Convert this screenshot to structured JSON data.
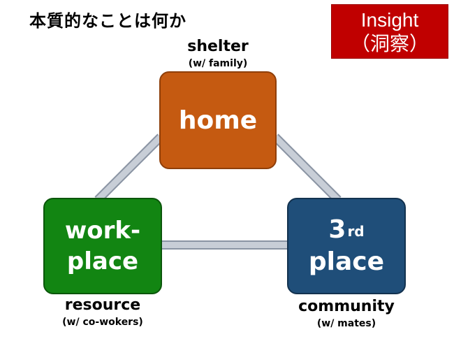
{
  "title": "本質的なことは何か",
  "badge": {
    "line1": "Insight",
    "line2": "（洞察）"
  },
  "nodes": {
    "home": {
      "text": "home",
      "label": "shelter",
      "sublabel": "(w/ family)",
      "color": "#c55a11"
    },
    "workplace": {
      "line1": "work-",
      "line2": "place",
      "label": "resource",
      "sublabel": "(w/ co-wokers)",
      "color": "#128512"
    },
    "third": {
      "num": "3",
      "sup": "rd",
      "line2": "place",
      "label": "community",
      "sublabel": "(w/ mates)",
      "color": "#1f4e79"
    }
  },
  "connector_color": "#b8c0cc",
  "badge_color": "#c00000"
}
